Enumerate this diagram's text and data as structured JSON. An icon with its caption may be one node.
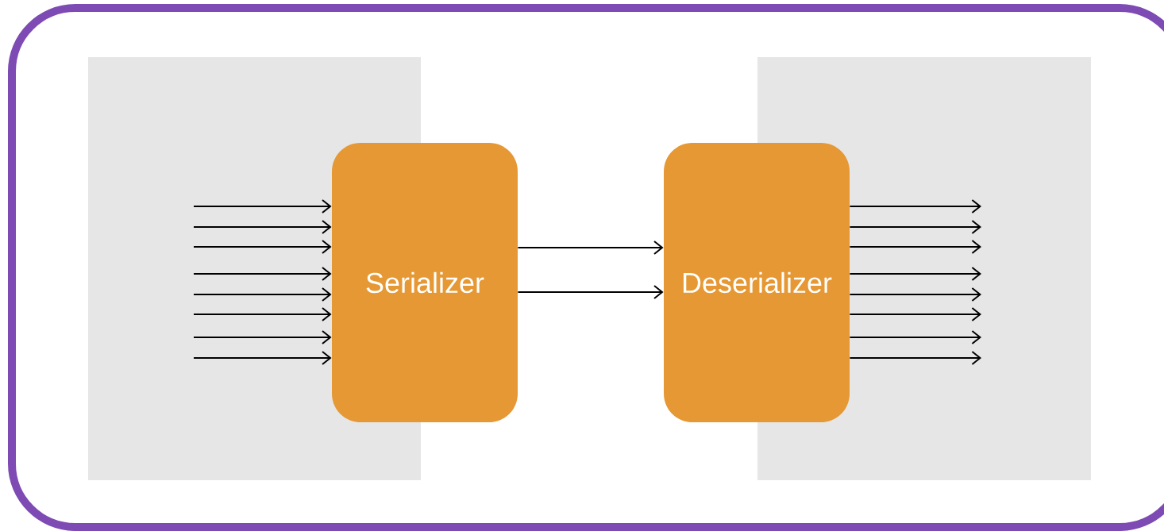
{
  "diagram": {
    "nodes": [
      {
        "text": [
          "Serializer"
        ]
      },
      {
        "text": [
          "Deserializer"
        ]
      }
    ],
    "edges": [
      {
        "from": null,
        "to": 0,
        "arrow": "to"
      },
      {
        "from": null,
        "to": 0,
        "arrow": "to"
      },
      {
        "from": null,
        "to": 0,
        "arrow": "to"
      },
      {
        "from": null,
        "to": 0,
        "arrow": "to"
      },
      {
        "from": null,
        "to": 0,
        "arrow": "to"
      },
      {
        "from": null,
        "to": 0,
        "arrow": "to"
      },
      {
        "from": null,
        "to": 0,
        "arrow": "to"
      },
      {
        "from": null,
        "to": 0,
        "arrow": "to"
      },
      {
        "from": 0,
        "to": 1,
        "arrow": "to"
      },
      {
        "from": 0,
        "to": 1,
        "arrow": "to"
      },
      {
        "from": 1,
        "to": null,
        "arrow": "to"
      },
      {
        "from": 1,
        "to": null,
        "arrow": "to"
      },
      {
        "from": 1,
        "to": null,
        "arrow": "to"
      },
      {
        "from": 1,
        "to": null,
        "arrow": "to"
      },
      {
        "from": 1,
        "to": null,
        "arrow": "to"
      },
      {
        "from": 1,
        "to": null,
        "arrow": "to"
      },
      {
        "from": 1,
        "to": null,
        "arrow": "to"
      },
      {
        "from": 1,
        "to": null,
        "arrow": "to"
      }
    ]
  }
}
